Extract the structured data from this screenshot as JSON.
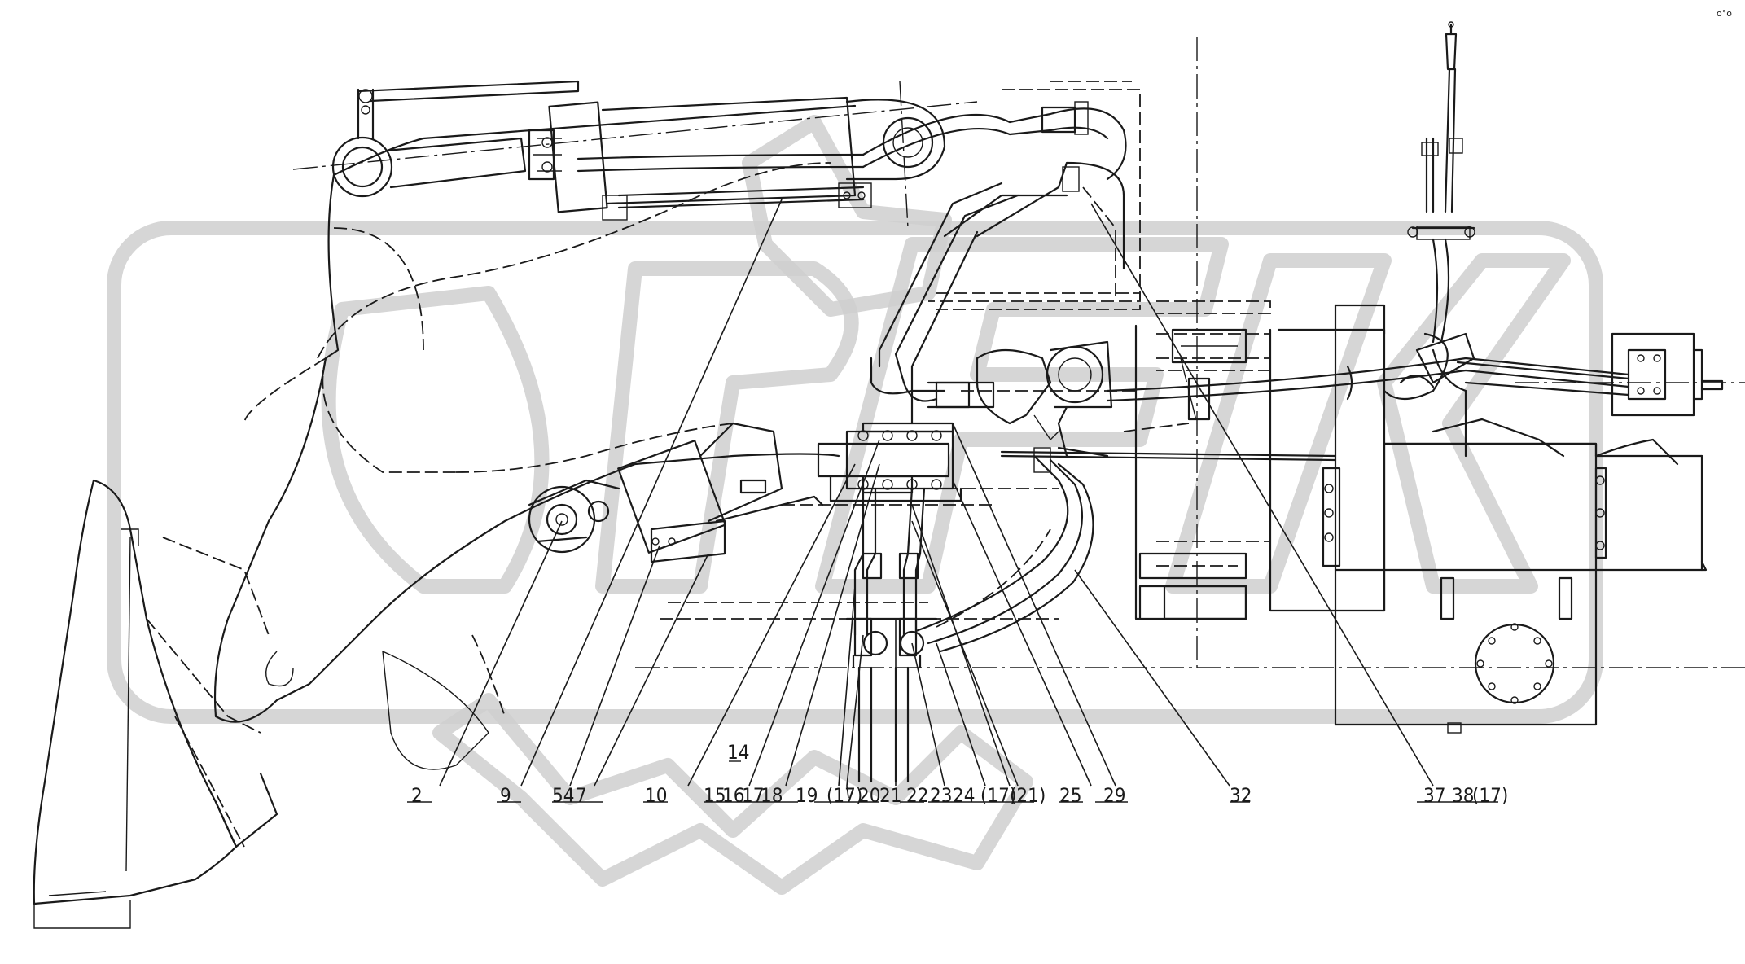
{
  "drawing": {
    "corner_mark": "o°o",
    "callouts": [
      {
        "id": "c2",
        "text": "2"
      },
      {
        "id": "c9",
        "text": "9"
      },
      {
        "id": "c54",
        "text": "54"
      },
      {
        "id": "c7",
        "text": "7"
      },
      {
        "id": "c10",
        "text": "10"
      },
      {
        "id": "c14",
        "text": "14"
      },
      {
        "id": "c15",
        "text": "15"
      },
      {
        "id": "c16",
        "text": "16"
      },
      {
        "id": "c17a",
        "text": "17"
      },
      {
        "id": "c18",
        "text": "18"
      },
      {
        "id": "c19",
        "text": "19"
      },
      {
        "id": "c17b",
        "text": "(17)"
      },
      {
        "id": "c20",
        "text": "20"
      },
      {
        "id": "c21",
        "text": "21"
      },
      {
        "id": "c22",
        "text": "22"
      },
      {
        "id": "c23",
        "text": "23"
      },
      {
        "id": "c24",
        "text": "24"
      },
      {
        "id": "c17c",
        "text": "(17)"
      },
      {
        "id": "c21b",
        "text": "(21)"
      },
      {
        "id": "c25",
        "text": "25"
      },
      {
        "id": "c29",
        "text": "29"
      },
      {
        "id": "c32",
        "text": "32"
      },
      {
        "id": "c37",
        "text": "37"
      },
      {
        "id": "c38",
        "text": "38"
      },
      {
        "id": "c17d",
        "text": "(17)"
      }
    ]
  }
}
